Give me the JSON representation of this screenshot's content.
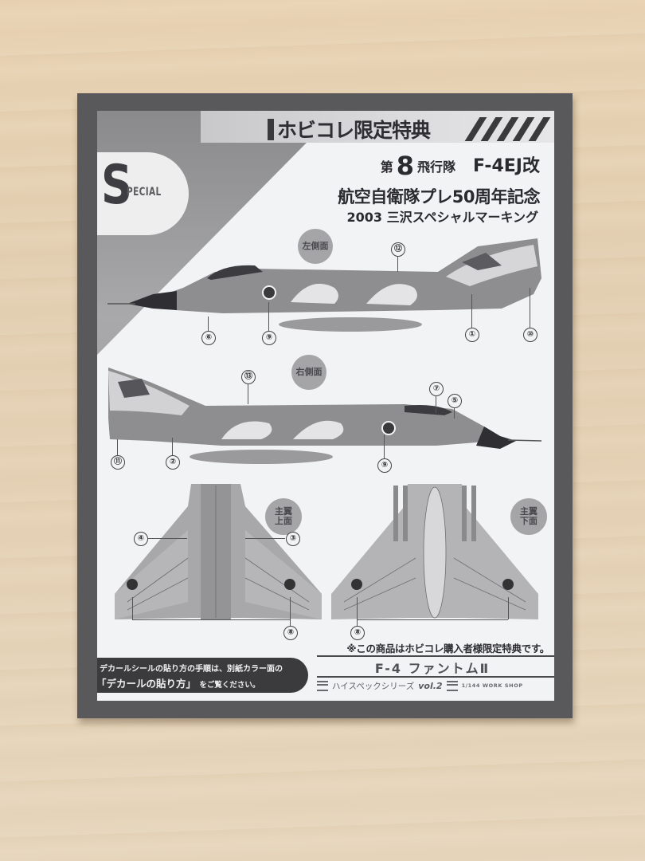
{
  "card": {
    "special_badge": {
      "initial": "S",
      "rest": "PECIAL"
    },
    "title": "ホビコレ限定特典",
    "squadron_prefix": "第",
    "squadron_number": "8",
    "squadron_suffix": "飛行隊",
    "aircraft_model": "F-4EJ改",
    "commemoration": "航空自衛隊プレ50周年記念",
    "subtitle": "2003 三沢スペシャルマーキング",
    "views": {
      "left_side": "左側面",
      "right_side": "右側面",
      "wing_top": "主翼\n上面",
      "wing_bottom": "主翼\n下面"
    },
    "callouts": {
      "left_view": [
        "⑫",
        "⑥",
        "⑨",
        "①",
        "⑩"
      ],
      "right_view": [
        "⑬",
        "⑦",
        "⑤",
        "⑪",
        "②",
        "⑨"
      ],
      "wing_top": [
        "④",
        "③",
        "⑧"
      ],
      "wing_bottom": [
        "⑧"
      ]
    },
    "notice": "※この商品はホビコレ購入者様限定特典です。",
    "instruction_line1": "デカールシールの貼り方の手順は、別紙カラー面の",
    "instruction_line2_main": "「デカールの貼り方」",
    "instruction_line2_tail": "をご覧ください。",
    "product_name": "F-4 ファントムⅡ",
    "series_name": "ハイスペックシリーズ",
    "volume": "vol.2",
    "maker": "1/144 WORK SHOP"
  },
  "colors": {
    "card_border": "#59595b",
    "panel": "#f2f3f5",
    "text_dark": "#2e2e33",
    "aircraft_gray": "#8e8e90",
    "background_wood": "#e5d2b6"
  }
}
